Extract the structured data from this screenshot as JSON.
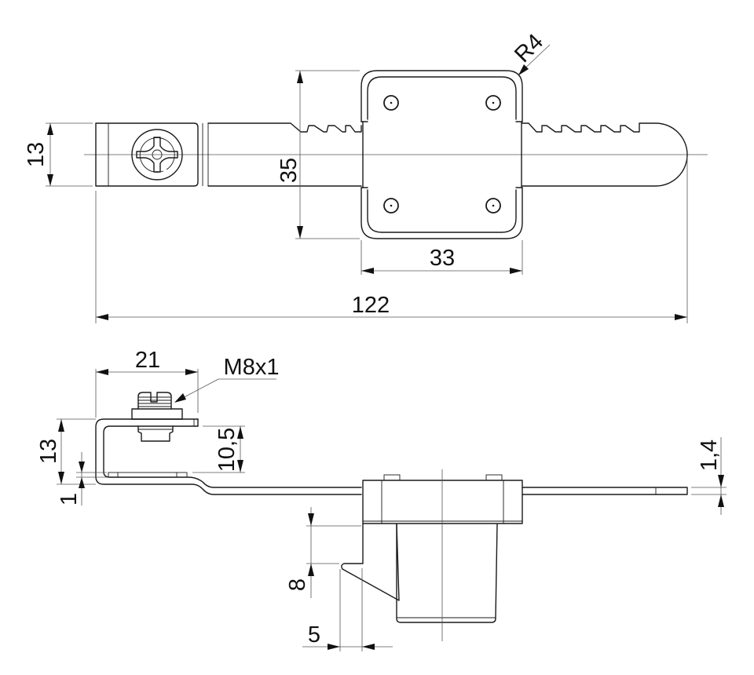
{
  "drawing": {
    "title": "Mounting bracket with threaded sensor holder – technical drawing",
    "colors": {
      "line": "#1a1a1a",
      "dimension_line": "#555555",
      "background": "#ffffff"
    },
    "top_view": {
      "dimensions": {
        "tab_height": "13",
        "holder_height": "35",
        "holder_width": "33",
        "overall_length": "122",
        "corner_radius": "R4"
      },
      "features": [
        "screw-head",
        "serrated-strap",
        "square-holder",
        "mounting-holes-4",
        "rounded-end"
      ]
    },
    "side_view": {
      "dimensions": {
        "bracket_width": "21",
        "thread": "M8x1",
        "bracket_height": "13",
        "inner_gap": "10,5",
        "plate_thickness": "1",
        "strap_thickness": "1,4",
        "clip_height": "8",
        "clip_offset": "5"
      }
    }
  }
}
